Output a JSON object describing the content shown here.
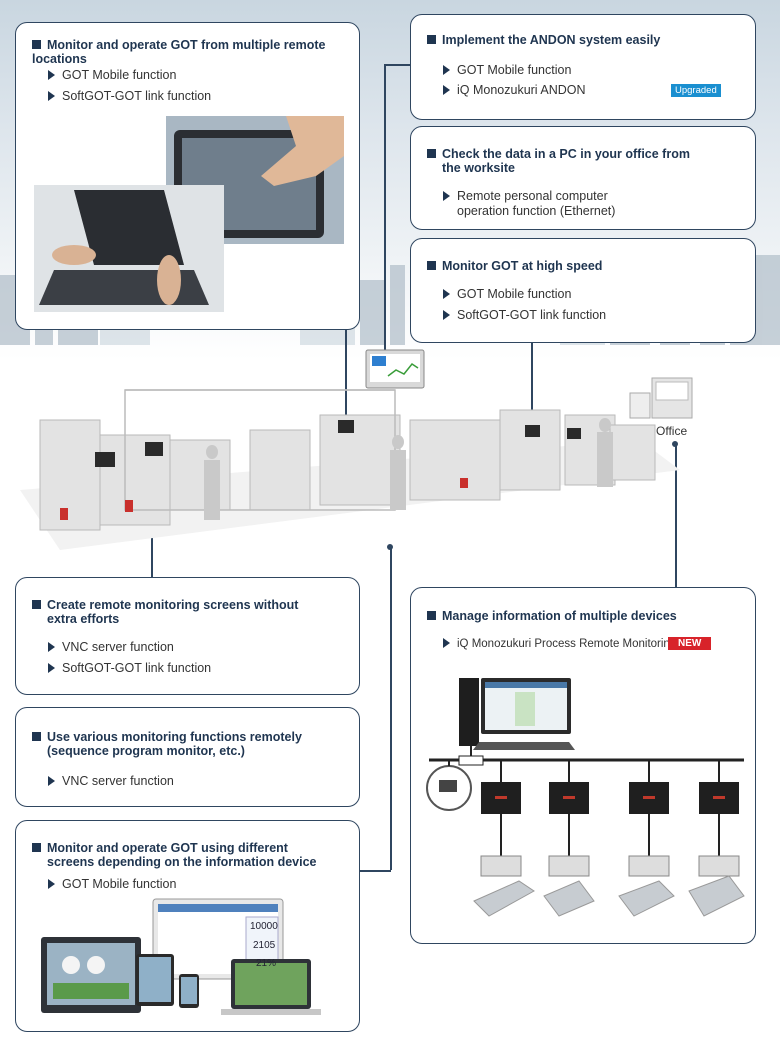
{
  "boxes": {
    "remote_locations": {
      "title": "Monitor and operate GOT from multiple remote locations",
      "items": [
        "GOT Mobile function",
        "SoftGOT-GOT link function"
      ]
    },
    "andon": {
      "title": "Implement the ANDON system easily",
      "items": [
        "GOT Mobile function",
        "iQ Monozukuri ANDON"
      ],
      "badge": "Upgraded"
    },
    "office_pc": {
      "title_line1": "Check the data in a PC in your office from",
      "title_line2": "the worksite",
      "item_line1": "Remote personal computer",
      "item_line2": "operation function (Ethernet)"
    },
    "high_speed": {
      "title": "Monitor GOT at high speed",
      "items": [
        "GOT Mobile function",
        "SoftGOT-GOT link function"
      ]
    },
    "create_screens": {
      "title_line1": "Create remote monitoring screens without",
      "title_line2": "extra efforts",
      "items": [
        "VNC server function",
        "SoftGOT-GOT link function"
      ]
    },
    "sequence_monitor": {
      "title_line1": "Use various monitoring functions remotely",
      "title_line2": "(sequence program monitor, etc.)",
      "items": [
        "VNC server function"
      ]
    },
    "different_screens": {
      "title_line1": "Monitor and operate GOT using different",
      "title_line2": "screens depending on the information device",
      "items": [
        "GOT Mobile function"
      ],
      "screen_values": [
        "10000",
        "2105",
        "21%"
      ]
    },
    "multiple_devices": {
      "title": "Manage information of multiple devices",
      "item": "iQ Monozukuri Process Remote Monitoring",
      "badge": "NEW"
    }
  },
  "labels": {
    "office": "Office"
  },
  "colors": {
    "frame": "#2f4660",
    "upgraded": "#1a8fd0",
    "new": "#d8232a"
  }
}
